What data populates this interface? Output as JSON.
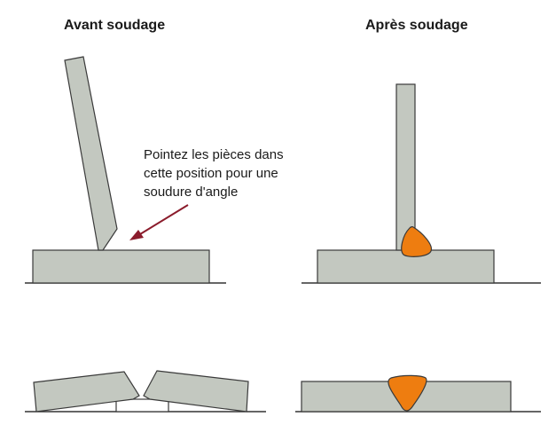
{
  "headings": {
    "before": "Avant soudage",
    "after": "Après soudage"
  },
  "annotation": {
    "lines": [
      "Pointez les pièces dans",
      "cette position pour une",
      "soudure d'angle"
    ]
  },
  "colors": {
    "plate_fill": "#c3c8c0",
    "plate_stroke": "#3a3a3a",
    "weld_fill": "#ee7d10",
    "arrow": "#8b1c2c",
    "ground_line": "#333333"
  }
}
